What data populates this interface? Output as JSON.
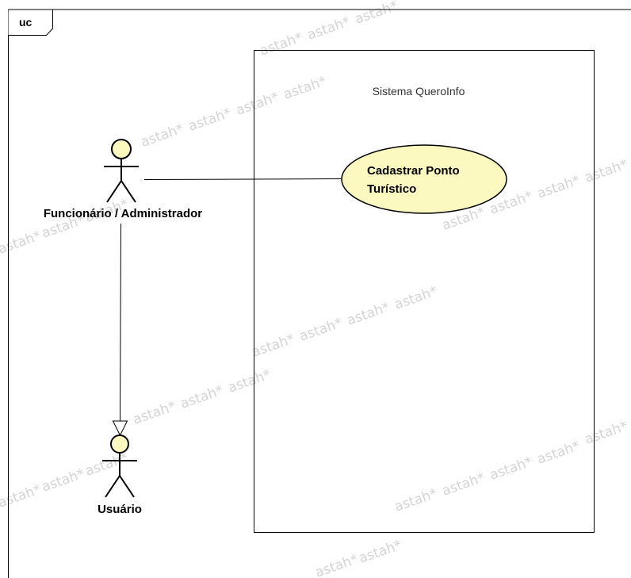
{
  "frame": {
    "label": "uc"
  },
  "system": {
    "name": "Sistema QueroInfo"
  },
  "actors": [
    {
      "id": "funcionario",
      "label": "Funcionário / Administrador"
    },
    {
      "id": "usuario",
      "label": "Usuário"
    }
  ],
  "use_cases": [
    {
      "id": "cadastrar",
      "label_lines": [
        "Cadastrar Ponto",
        "Turístico"
      ]
    }
  ],
  "relationships": [
    {
      "type": "association",
      "from": "funcionario",
      "to": "cadastrar"
    },
    {
      "type": "generalization",
      "from": "funcionario",
      "to": "usuario"
    }
  ],
  "watermark": {
    "text": "astah*"
  },
  "colors": {
    "element_fill": "#fbf8c0",
    "line": "#000000",
    "watermark": "#d4d4d4"
  }
}
